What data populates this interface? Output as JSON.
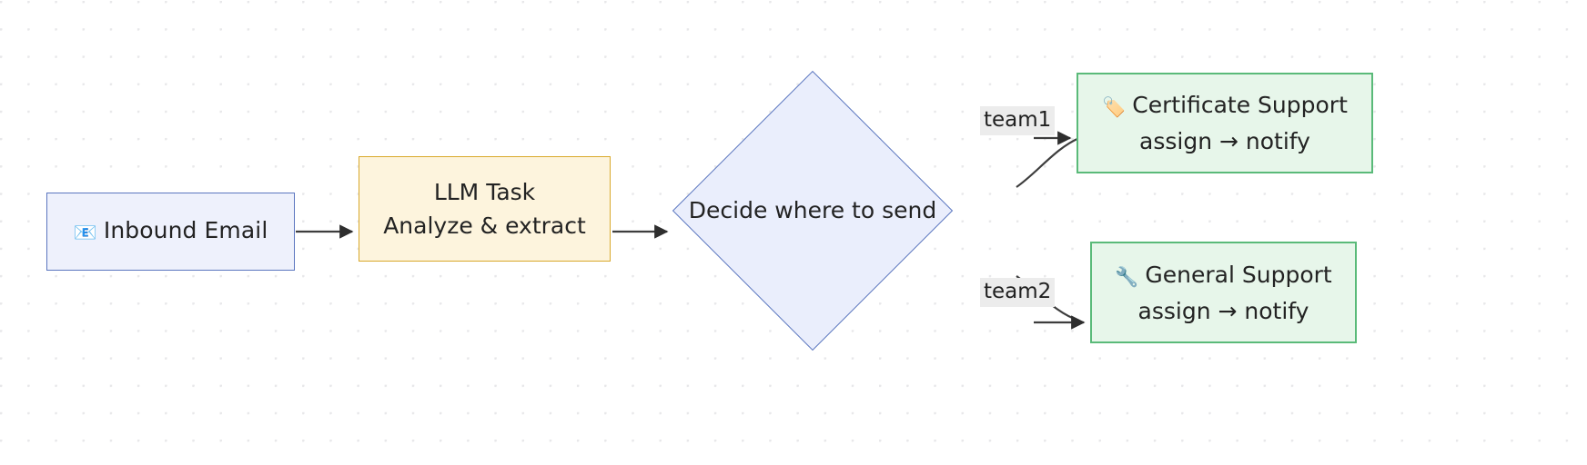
{
  "diagram": {
    "type": "flowchart",
    "direction": "left-to-right",
    "background": {
      "style": "dotted-grid",
      "dot_color": "#e8e8ea",
      "page_color": "#ffffff"
    },
    "nodes": [
      {
        "id": "inbound-email",
        "shape": "rectangle",
        "icon": "email-icon",
        "icon_glyph": "📧",
        "line1": "Inbound Email",
        "line2": "",
        "fill": "#eef1fc",
        "border": "#5b76bf"
      },
      {
        "id": "llm-task",
        "shape": "rectangle",
        "line1": "LLM Task",
        "line2": "Analyze & extract",
        "fill": "#fdf4dd",
        "border": "#d9a92c"
      },
      {
        "id": "decide-where-to-send",
        "shape": "diamond",
        "line1": "Decide where to send",
        "fill": "#eaeefc",
        "border": "#5b76bf"
      },
      {
        "id": "certificate-support",
        "shape": "rectangle",
        "icon": "tag-icon",
        "icon_glyph": "🏷️",
        "line1": "Certificate Support",
        "line2": "assign → notify",
        "fill": "#e7f6ea",
        "border": "#5aba79"
      },
      {
        "id": "general-support",
        "shape": "rectangle",
        "icon": "wrench-icon",
        "icon_glyph": "🔧",
        "line1": "General Support",
        "line2": "assign → notify",
        "fill": "#e7f6ea",
        "border": "#5aba79"
      }
    ],
    "edges": [
      {
        "id": "e1",
        "from": "inbound-email",
        "to": "llm-task",
        "label": ""
      },
      {
        "id": "e2",
        "from": "llm-task",
        "to": "decide-where-to-send",
        "label": ""
      },
      {
        "id": "e3",
        "from": "decide-where-to-send",
        "to": "certificate-support",
        "label": "team1"
      },
      {
        "id": "e4",
        "from": "decide-where-to-send",
        "to": "general-support",
        "label": "team2"
      }
    ],
    "edge_label_style": {
      "background": "#ececec",
      "text_color": "#1f1f1f"
    },
    "edge_color": "#3d3d3d"
  }
}
